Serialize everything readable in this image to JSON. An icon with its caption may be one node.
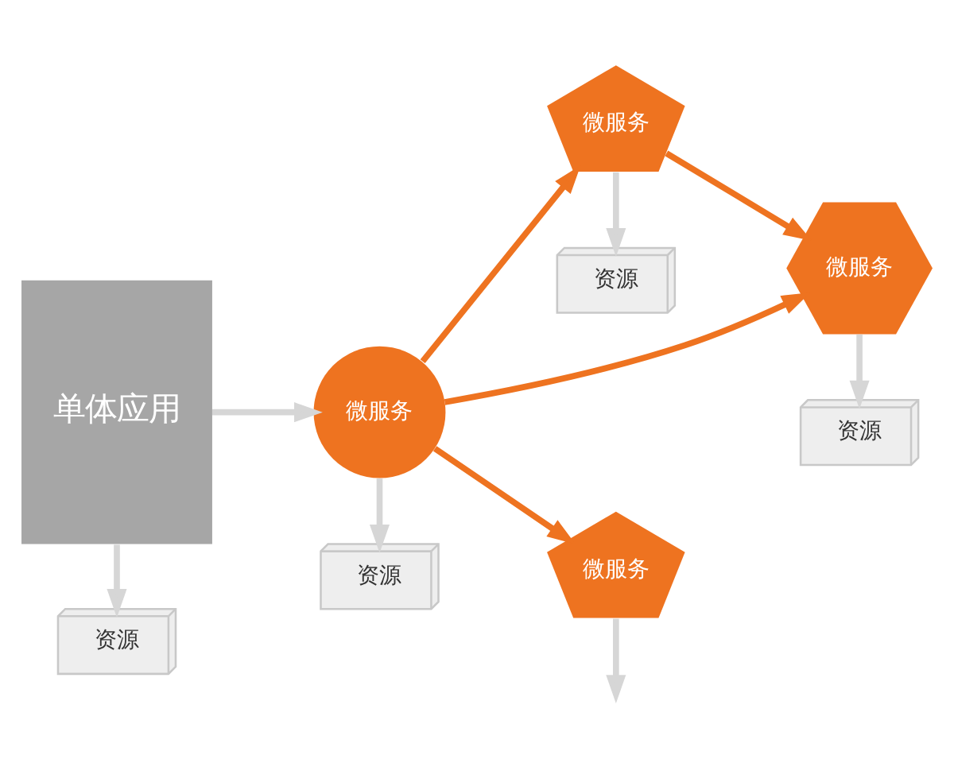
{
  "diagram": {
    "nodes": [
      {
        "text": [
          "单体应用"
        ]
      },
      {
        "text": [
          "资源"
        ]
      },
      {
        "text": [
          "微服务"
        ]
      },
      {
        "text": [
          "微服务"
        ]
      },
      {
        "text": [
          "微服务"
        ]
      },
      {
        "text": [
          "微服务"
        ]
      },
      {
        "text": [
          "资源"
        ]
      },
      {
        "text": [
          "资源"
        ]
      },
      {
        "text": [
          "资源"
        ]
      }
    ],
    "edges": [
      {
        "from": 0,
        "to": 1,
        "arrow": "to"
      },
      {
        "from": 0,
        "to": 2,
        "arrow": "to"
      },
      {
        "from": 2,
        "to": 3,
        "arrow": "to",
        "color": "#ee7320"
      },
      {
        "from": 3,
        "to": 4,
        "arrow": "to",
        "color": "#ee7320"
      },
      {
        "from": 2,
        "to": 4,
        "arrow": "to",
        "color": "#ee7320"
      },
      {
        "from": 2,
        "to": 5,
        "arrow": "to",
        "color": "#ee7320"
      },
      {
        "from": 2,
        "to": 6,
        "arrow": "to"
      },
      {
        "from": 3,
        "to": 7,
        "arrow": "to"
      },
      {
        "from": 5,
        "to": null,
        "arrow": "to"
      },
      {
        "from": 4,
        "to": 8,
        "arrow": "to"
      }
    ]
  }
}
